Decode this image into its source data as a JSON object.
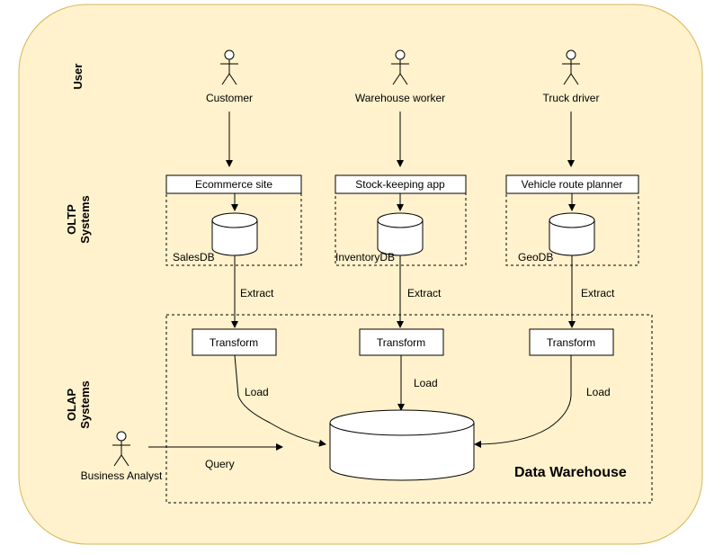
{
  "lanes": {
    "user": "User",
    "oltp": [
      "OLTP",
      "Systems"
    ],
    "olap": [
      "OLAP",
      "Systems"
    ]
  },
  "actors": {
    "customer": "Customer",
    "warehouse_worker": "Warehouse worker",
    "truck_driver": "Truck driver",
    "business_analyst": "Business Analyst"
  },
  "apps": {
    "ecommerce": "Ecommerce site",
    "stock": "Stock-keeping app",
    "vehicle": "Vehicle route planner"
  },
  "databases": {
    "sales": "SalesDB",
    "inventory": "InventoryDB",
    "geo": "GeoDB"
  },
  "edges": {
    "extract": "Extract",
    "load": "Load",
    "query": "Query"
  },
  "transform": "Transform",
  "warehouse": "Data Warehouse",
  "colors": {
    "background": "#fff2cc",
    "border": "#d6b656"
  }
}
